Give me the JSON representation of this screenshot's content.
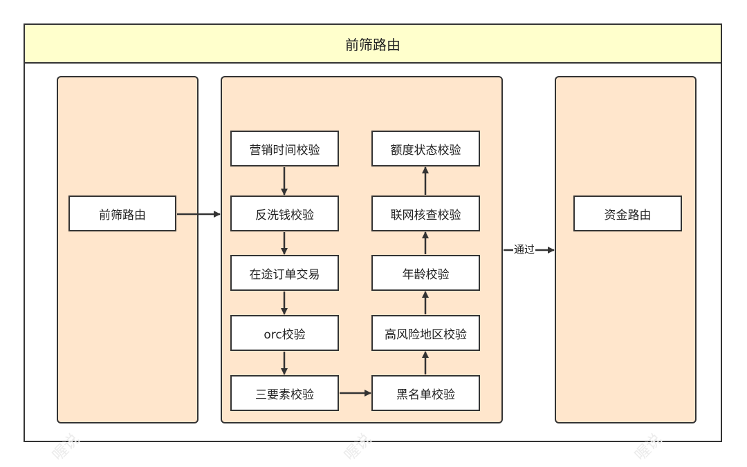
{
  "title": "前筛路由",
  "nodes": {
    "left_router": "前筛路由",
    "marketing_time_check": "营销时间校验",
    "anti_money_laundering_check": "反洗钱校验",
    "in_transit_order_trade": "在途订单交易",
    "orc_check": "orc校验",
    "three_factor_check": "三要素校验",
    "blacklist_check": "黑名单校验",
    "high_risk_region_check": "高风险地区校验",
    "age_check": "年龄校验",
    "network_verification_check": "联网核查校验",
    "quota_status_check": "额度状态校验",
    "fund_router": "资金路由"
  },
  "edges": {
    "pass_label": "通过"
  },
  "colors": {
    "title_fill": "#ffffcc",
    "panel_fill": "#ffe6cc",
    "stroke": "#333333",
    "box_fill": "#ffffff"
  },
  "watermark": "喔说"
}
